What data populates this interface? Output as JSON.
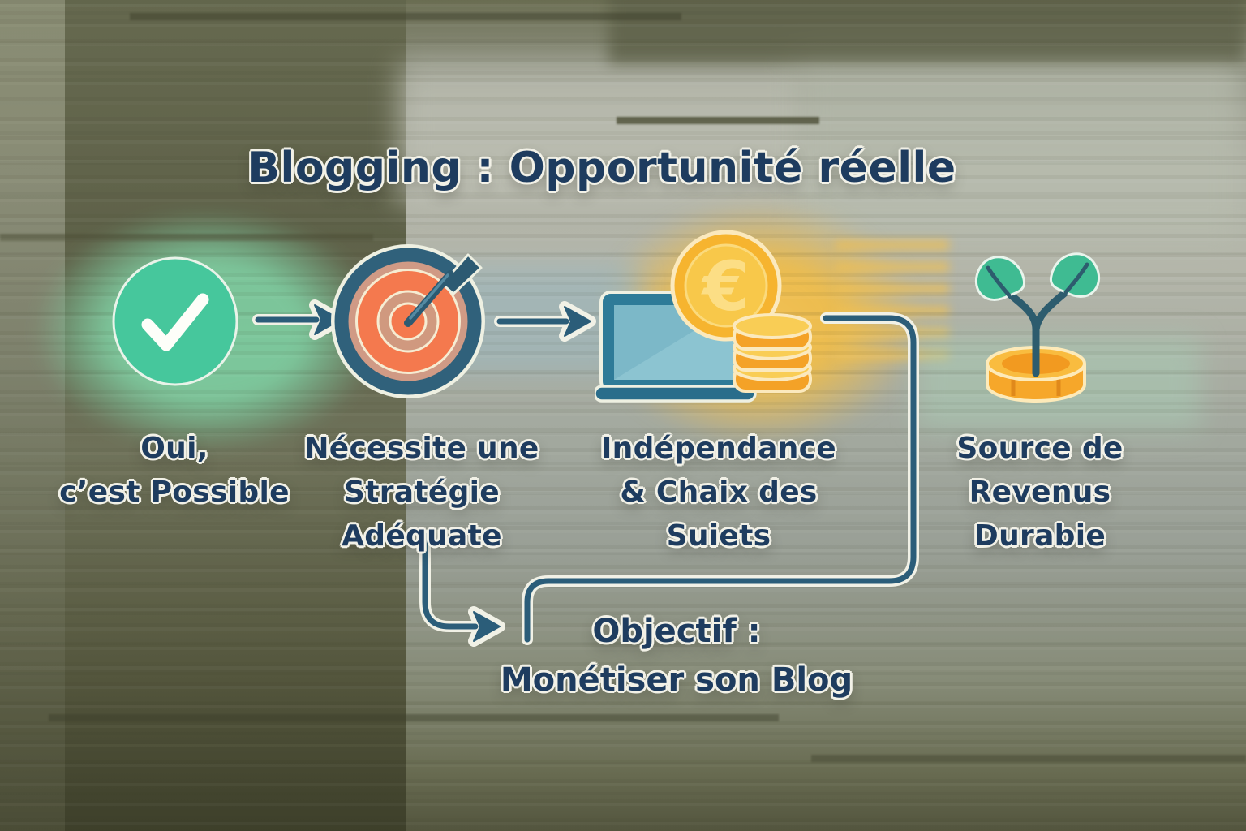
{
  "title": "Blogging : Opportunité réelle",
  "steps": [
    {
      "name": "possible",
      "icon": "checkmark-circle-icon",
      "lines": [
        "Oui,",
        "c’est Possible"
      ]
    },
    {
      "name": "strategy",
      "icon": "target-dart-icon",
      "lines": [
        "Nécessite une",
        "Stratégie",
        "Adéquate"
      ]
    },
    {
      "name": "independence",
      "icon": "laptop-euro-coins-icon",
      "lines": [
        "Indépendance",
        "& Chaix des",
        "Suiets"
      ]
    },
    {
      "name": "revenue",
      "icon": "sprout-coin-icon",
      "lines": [
        "Source de",
        "Revenus",
        "Durabie"
      ]
    }
  ],
  "objective": {
    "lines": [
      "Objectif :",
      "Monétiser son Blog"
    ]
  },
  "icons": {
    "euro_symbol": "€"
  },
  "colors": {
    "text_navy": "#1e3c5f",
    "arrow_teal": "#2b5d79",
    "check_green": "#46c79c",
    "target_orange": "#f4794e",
    "coin_gold": "#f6b42f",
    "leaf_green": "#3fbb92",
    "outline_cream": "#f1f0e6"
  }
}
